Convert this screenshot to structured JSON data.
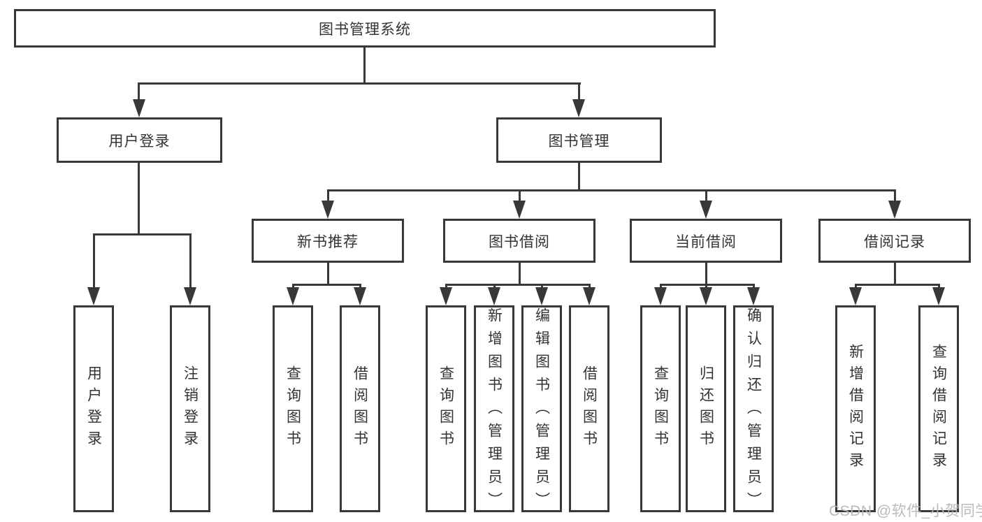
{
  "title": "图书管理系统",
  "colors": {
    "line": "#383838",
    "text": "#333333",
    "watermark": "#b6b6b6",
    "background": "#ffffff"
  },
  "diagram": {
    "root": {
      "label": "图书管理系统"
    },
    "level2": [
      {
        "id": "user-login",
        "label": "用户登录"
      },
      {
        "id": "book-management",
        "label": "图书管理"
      }
    ],
    "level3": [
      {
        "id": "new-book-recommend",
        "label": "新书推荐",
        "parent": "图书管理"
      },
      {
        "id": "book-borrowing",
        "label": "图书借阅",
        "parent": "图书管理"
      },
      {
        "id": "current-borrowing",
        "label": "当前借阅",
        "parent": "图书管理"
      },
      {
        "id": "borrowing-records",
        "label": "借阅记录",
        "parent": "图书管理"
      }
    ],
    "leaves": [
      {
        "parent": "用户登录",
        "label": "用户登录"
      },
      {
        "parent": "用户登录",
        "label": "注销登录"
      },
      {
        "parent": "新书推荐",
        "label": "查询图书"
      },
      {
        "parent": "新书推荐",
        "label": "借阅图书"
      },
      {
        "parent": "图书借阅",
        "label": "查询图书"
      },
      {
        "parent": "图书借阅",
        "label": "新增图书（管理员）"
      },
      {
        "parent": "图书借阅",
        "label": "编辑图书（管理员）"
      },
      {
        "parent": "图书借阅",
        "label": "借阅图书"
      },
      {
        "parent": "当前借阅",
        "label": "查询图书"
      },
      {
        "parent": "当前借阅",
        "label": "归还图书"
      },
      {
        "parent": "当前借阅",
        "label": "确认归还（管理员）"
      },
      {
        "parent": "借阅记录",
        "label": "新增借阅记录"
      },
      {
        "parent": "借阅记录",
        "label": "查询借阅记录"
      }
    ]
  },
  "watermark": {
    "text": "CSDN @软件_小贺同学"
  }
}
